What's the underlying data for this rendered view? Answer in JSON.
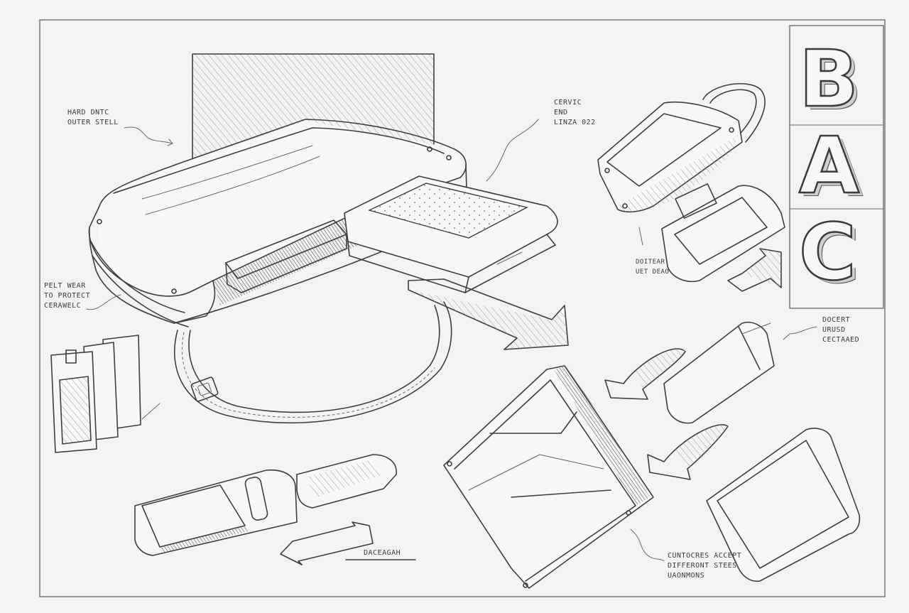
{
  "sheet": {
    "logo_letters": [
      "B",
      "A",
      "C"
    ],
    "annotations": {
      "outer_shell": [
        "HARD DNTC",
        "OUTER STELL"
      ],
      "top_center": [
        "CERVIC",
        "END",
        "LINZA 022"
      ],
      "belt_wear": [
        "PELT WEAR",
        "TO PROTECT",
        "CERAWELC"
      ],
      "right_mid": [
        "DOITEAR",
        "UET DEAO"
      ],
      "insert": [
        "DOCERT",
        "URUSD",
        "CECTAAED"
      ],
      "bottom_label": [
        "DACEAGAH"
      ],
      "contours": [
        "CUNTOCRES ACCEPT",
        "DIFFERONT STEES",
        "UAONMONS"
      ]
    }
  }
}
